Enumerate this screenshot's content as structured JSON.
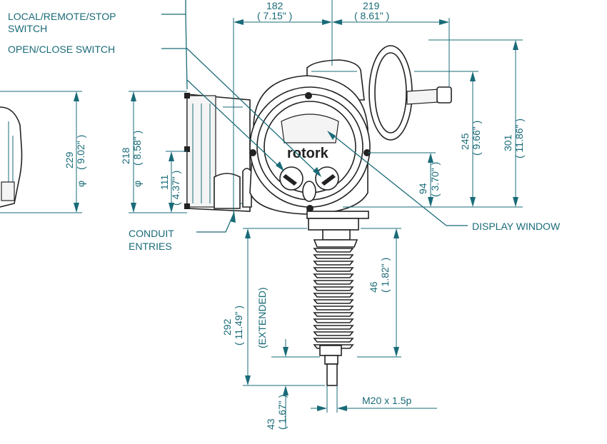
{
  "callouts": {
    "local_remote_stop": [
      "LOCAL/REMOTE/STOP",
      "SWITCH"
    ],
    "open_close": "OPEN/CLOSE SWITCH",
    "conduit": [
      "CONDUIT",
      "ENTRIES"
    ],
    "display_window": "DISPLAY WINDOW",
    "thread": "M20 x 1.5p",
    "brand": "rotork"
  },
  "dimensions": {
    "d182": [
      "182",
      "( 7.15\" )"
    ],
    "d219": [
      "219",
      "( 8.61\" )"
    ],
    "d301": [
      "301",
      "( 11.86\" )"
    ],
    "d245": [
      "245",
      "( 9.66\" )"
    ],
    "d94": [
      "94",
      "( 3.70\" )"
    ],
    "d229": [
      "229",
      "( 9.02\" )"
    ],
    "d218": [
      "218",
      "( 8.58\" )"
    ],
    "d111": [
      "111",
      "( 4.37\" )"
    ],
    "d46": [
      "46",
      "( 1.82\" )"
    ],
    "d292": [
      "292",
      "( 11.49\" )",
      "(EXTENDED)"
    ],
    "d43": [
      "43",
      "( 1.67\" )"
    ],
    "phi": "φ"
  },
  "colors": {
    "annotation": "#1a6b78",
    "outline": "#222222"
  }
}
